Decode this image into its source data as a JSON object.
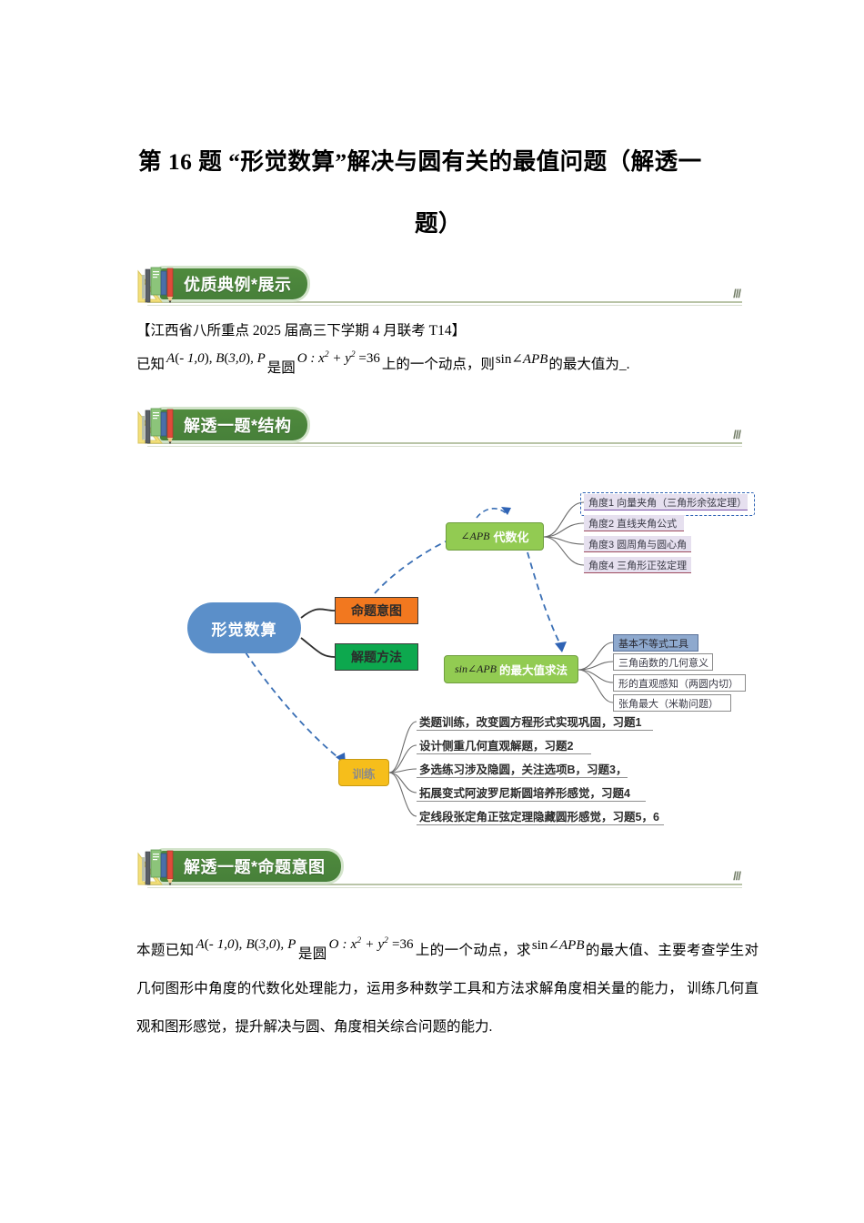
{
  "document": {
    "title_line1": "第 16 题  “形觉数算”解决与圆有关的最值问题（解透一",
    "title_line2": "题）"
  },
  "sections": [
    {
      "id": "exemplar",
      "banner_label": "优质典例*展示",
      "slashes": "///"
    },
    {
      "id": "structure",
      "banner_label": "解透一题*结构",
      "slashes": "///"
    },
    {
      "id": "intent",
      "banner_label": "解透一题*命题意图",
      "slashes": "///"
    }
  ],
  "exemplar": {
    "source": "【江西省八所重点 2025 届高三下学期 4 月联考 T14】",
    "problem": {
      "lead": "已知",
      "math_points": "A(-1,0), B(3,0), P",
      "mid1": "是圆",
      "math_circle": "O : x² + y² = 36",
      "mid2": "上的一个动点，则",
      "math_sin": "sin∠APB",
      "tail": "的最大值为_."
    }
  },
  "intent": {
    "lead": "本题已知",
    "math_points": "A(-1,0), B(3,0), P",
    "mid1": "是圆",
    "math_circle": "O : x² + y² = 36",
    "mid2": "上的一个动点，求",
    "math_sin": "sin∠APB",
    "tail": "的最大值、主要考查学生对几何图形中角度的代数化处理能力，运用多种数学工具和方法求解角度相关量的能力，  训练几何直观和图形感觉，提升解决与圆、角度相关综合问题的能力."
  },
  "mindmap": {
    "center": {
      "label": "形觉数算",
      "color": "#5b8fc9"
    },
    "branches": [
      {
        "id": "intent",
        "label": "命题意图",
        "color": "#F2781F"
      },
      {
        "id": "method",
        "label": "解题方法",
        "color": "#0DA84E"
      }
    ],
    "algebraize": {
      "math": "∠APB",
      "label": "代数化",
      "color": "#92CB52",
      "items": [
        {
          "label": "角度1  向量夹角（三角形余弦定理）",
          "highlighted": true
        },
        {
          "label": "角度2 直线夹角公式",
          "highlighted": false
        },
        {
          "label": "角度3 圆周角与圆心角",
          "highlighted": false
        },
        {
          "label": "角度4 三角形正弦定理",
          "highlighted": false
        }
      ]
    },
    "maxvalue": {
      "math": "sin∠APB",
      "label": "的最大值求法",
      "color": "#92CB52",
      "items": [
        {
          "label": "基本不等式工具",
          "highlighted": true
        },
        {
          "label": "三角函数的几何意义",
          "highlighted": false
        },
        {
          "label": "形的直观感知（两圆内切）",
          "highlighted": false
        },
        {
          "label": "张角最大（米勒问题）",
          "highlighted": false
        }
      ]
    },
    "training": {
      "label": "训练",
      "color": "#F6BE1B",
      "items": [
        "类题训练，改变圆方程形式实现巩固，习题1",
        "设计侧重几何直观解题，习题2",
        "多选练习涉及隐圆，关注选项B，习题3，",
        "拓展变式阿波罗尼斯圆培养形感觉，习题4",
        "定线段张定角正弦定理隐藏圆形感觉，习题5，6"
      ]
    }
  }
}
